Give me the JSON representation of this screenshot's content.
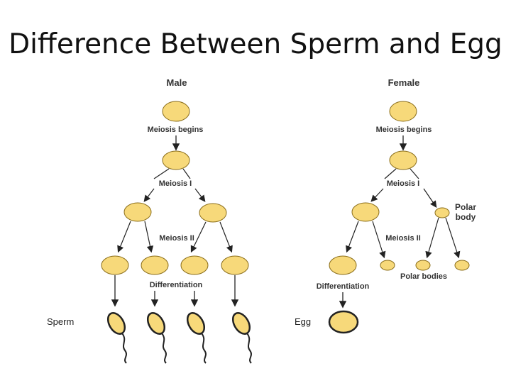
{
  "title": "Difference Between Sperm and Egg",
  "colors": {
    "cell_fill": "#f7d97a",
    "cell_stroke": "#8a6d1a",
    "line": "#222222",
    "sperm_fill": "#f7d97a"
  },
  "male": {
    "header": "Male",
    "stage_meiosis_begins": "Meiosis begins",
    "stage_meiosis_1": "Meiosis I",
    "stage_meiosis_2": "Meiosis II",
    "stage_differentiation": "Differentiation",
    "result_label": "Sperm"
  },
  "female": {
    "header": "Female",
    "stage_meiosis_begins": "Meiosis begins",
    "stage_meiosis_1": "Meiosis I",
    "stage_meiosis_2": "Meiosis II",
    "stage_differentiation": "Differentiation",
    "polar_body_label_line1": "Polar",
    "polar_body_label_line2": "body",
    "polar_bodies_label": "Polar bodies",
    "result_label": "Egg"
  }
}
